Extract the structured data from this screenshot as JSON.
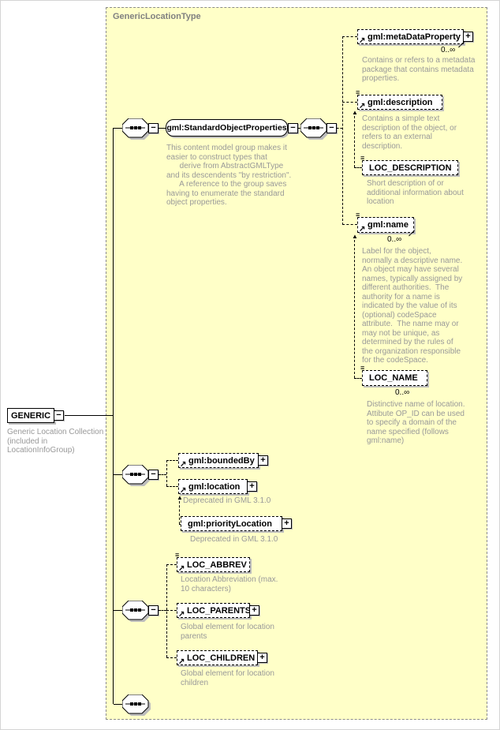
{
  "diagram": {
    "type_label": "GenericLocationType",
    "root": {
      "label": "GENERIC",
      "annotation": "Generic Location Collection\n(included in\nLocationInfoGroup)"
    },
    "group": {
      "label": "gml:StandardObjectProperties",
      "annotation": "This content model group makes it\neasier to construct types that\n      derive from AbstractGMLType\nand its descendents \"by restriction\".\n      A reference to the group saves\nhaving to enumerate the standard\nobject properties."
    },
    "elements": {
      "meta_data_property": {
        "label": "gml:metaDataProperty",
        "occurs": "0..∞",
        "annotation": "Contains or refers to a metadata\npackage that contains metadata\nproperties."
      },
      "description": {
        "label": "gml:description",
        "annotation": "Contains a simple text\ndescription of the object, or\nrefers to an external\ndescription."
      },
      "loc_description": {
        "label": "LOC_DESCRIPTION",
        "annotation": "Short description of or\nadditional information about\nlocation"
      },
      "name": {
        "label": "gml:name",
        "occurs": "0..∞",
        "annotation": "Label for the object,\nnormally a descriptive name.\nAn object may have several\nnames, typically assigned by\ndifferent authorities.  The\nauthority for a name is\nindicated by the value of its\n(optional) codeSpace\nattribute.  The name may or\nmay not be unique, as\ndetermined by the rules of\nthe organization responsible\nfor the codeSpace."
      },
      "loc_name": {
        "label": "LOC_NAME",
        "occurs": "0..∞",
        "annotation": "Distinctive name of location.\nAttibute OP_ID can be used\nto specify a domain of the\nname specified (follows\ngml:name)"
      },
      "bounded_by": {
        "label": "gml:boundedBy"
      },
      "location": {
        "label": "gml:location",
        "annotation": "Deprecated in GML 3.1.0"
      },
      "priority_location": {
        "label": "gml:priorityLocation",
        "annotation": "Deprecated in GML 3.1.0"
      },
      "loc_abbrev": {
        "label": "LOC_ABBREV",
        "annotation": "Location Abbreviation (max.\n10 characters)"
      },
      "loc_parents": {
        "label": "LOC_PARENTS",
        "annotation": "Global element for location\nparents"
      },
      "loc_children": {
        "label": "LOC_CHILDREN",
        "annotation": "Global element for location\nchildren"
      }
    }
  },
  "icons": {
    "plus": "+",
    "minus": "−",
    "reference_arrow": "↗",
    "content_model_lines": "≡",
    "substitution_arrow": "▲"
  },
  "colors": {
    "container_bg": "#ffffc8",
    "container_border": "#8c8c8c",
    "annotation_text": "#999999",
    "box_shadow": "#bdbdbd",
    "box_border": "#000000"
  }
}
